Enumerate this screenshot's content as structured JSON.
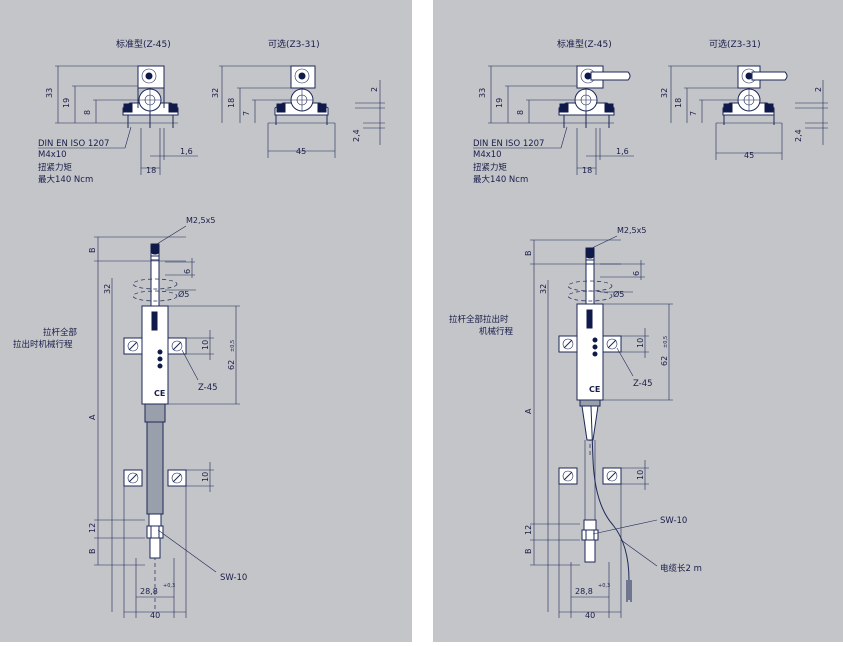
{
  "left": {
    "title_standard": "标准型(Z-45)",
    "title_optional": "可选(Z3-31)",
    "dim_33": "33",
    "dim_19": "19",
    "dim_8": "8",
    "dim_32": "32",
    "dim_18b": "18",
    "dim_7": "7",
    "dim_2": "2",
    "dim_24": "2,4",
    "dim_45": "45",
    "din": "DIN EN ISO 1207",
    "screw": "M4x10",
    "torque_label": "扭紧力矩",
    "torque_max": "最大140 Ncm",
    "dim_16": "1,6",
    "dim_18": "18",
    "thread": "M2,5x5",
    "dim_B_top": "B",
    "dim_6": "6",
    "dim_32_side": "32",
    "dia5": "Ø5",
    "pull_label_1": "拉杆全部",
    "pull_label_2": "拉出时机械行程",
    "dim_10a": "10",
    "dim_62": "62",
    "tol_62": "±0,5",
    "clamp_label": "Z-45",
    "dim_A": "A",
    "dim_10b": "10",
    "dim_12": "12",
    "dim_B_bottom": "B",
    "wrench": "SW-10",
    "dim_288": "28,8",
    "tol_288": "+0,3",
    "dim_40": "40"
  },
  "right": {
    "title_standard": "标准型(Z-45)",
    "title_optional": "可选(Z3-31)",
    "dim_33": "33",
    "dim_19": "19",
    "dim_8": "8",
    "dim_32": "32",
    "dim_18b": "18",
    "dim_7": "7",
    "dim_2": "2",
    "dim_24": "2,4",
    "dim_45": "45",
    "din": "DIN EN ISO 1207",
    "screw": "M4x10",
    "torque_label": "扭紧力矩",
    "torque_max": "最大140 Ncm",
    "dim_16": "1,6",
    "dim_18": "18",
    "thread": "M2,5x5",
    "dim_B_top": "B",
    "dim_6": "6",
    "dim_32_side": "32",
    "dia5": "Ø5",
    "pull_label_1": "拉杆全部拉出时",
    "pull_label_2": "机械行程",
    "dim_10a": "10",
    "dim_62": "62",
    "tol_62": "±0,5",
    "clamp_label": "Z-45",
    "dim_A": "A",
    "dim_10b": "10",
    "dim_12": "12",
    "dim_B_bottom": "B",
    "wrench": "SW-10",
    "cable_label": "电缆长2 m",
    "dim_288": "28,8",
    "tol_288": "+0,3",
    "dim_40": "40"
  }
}
